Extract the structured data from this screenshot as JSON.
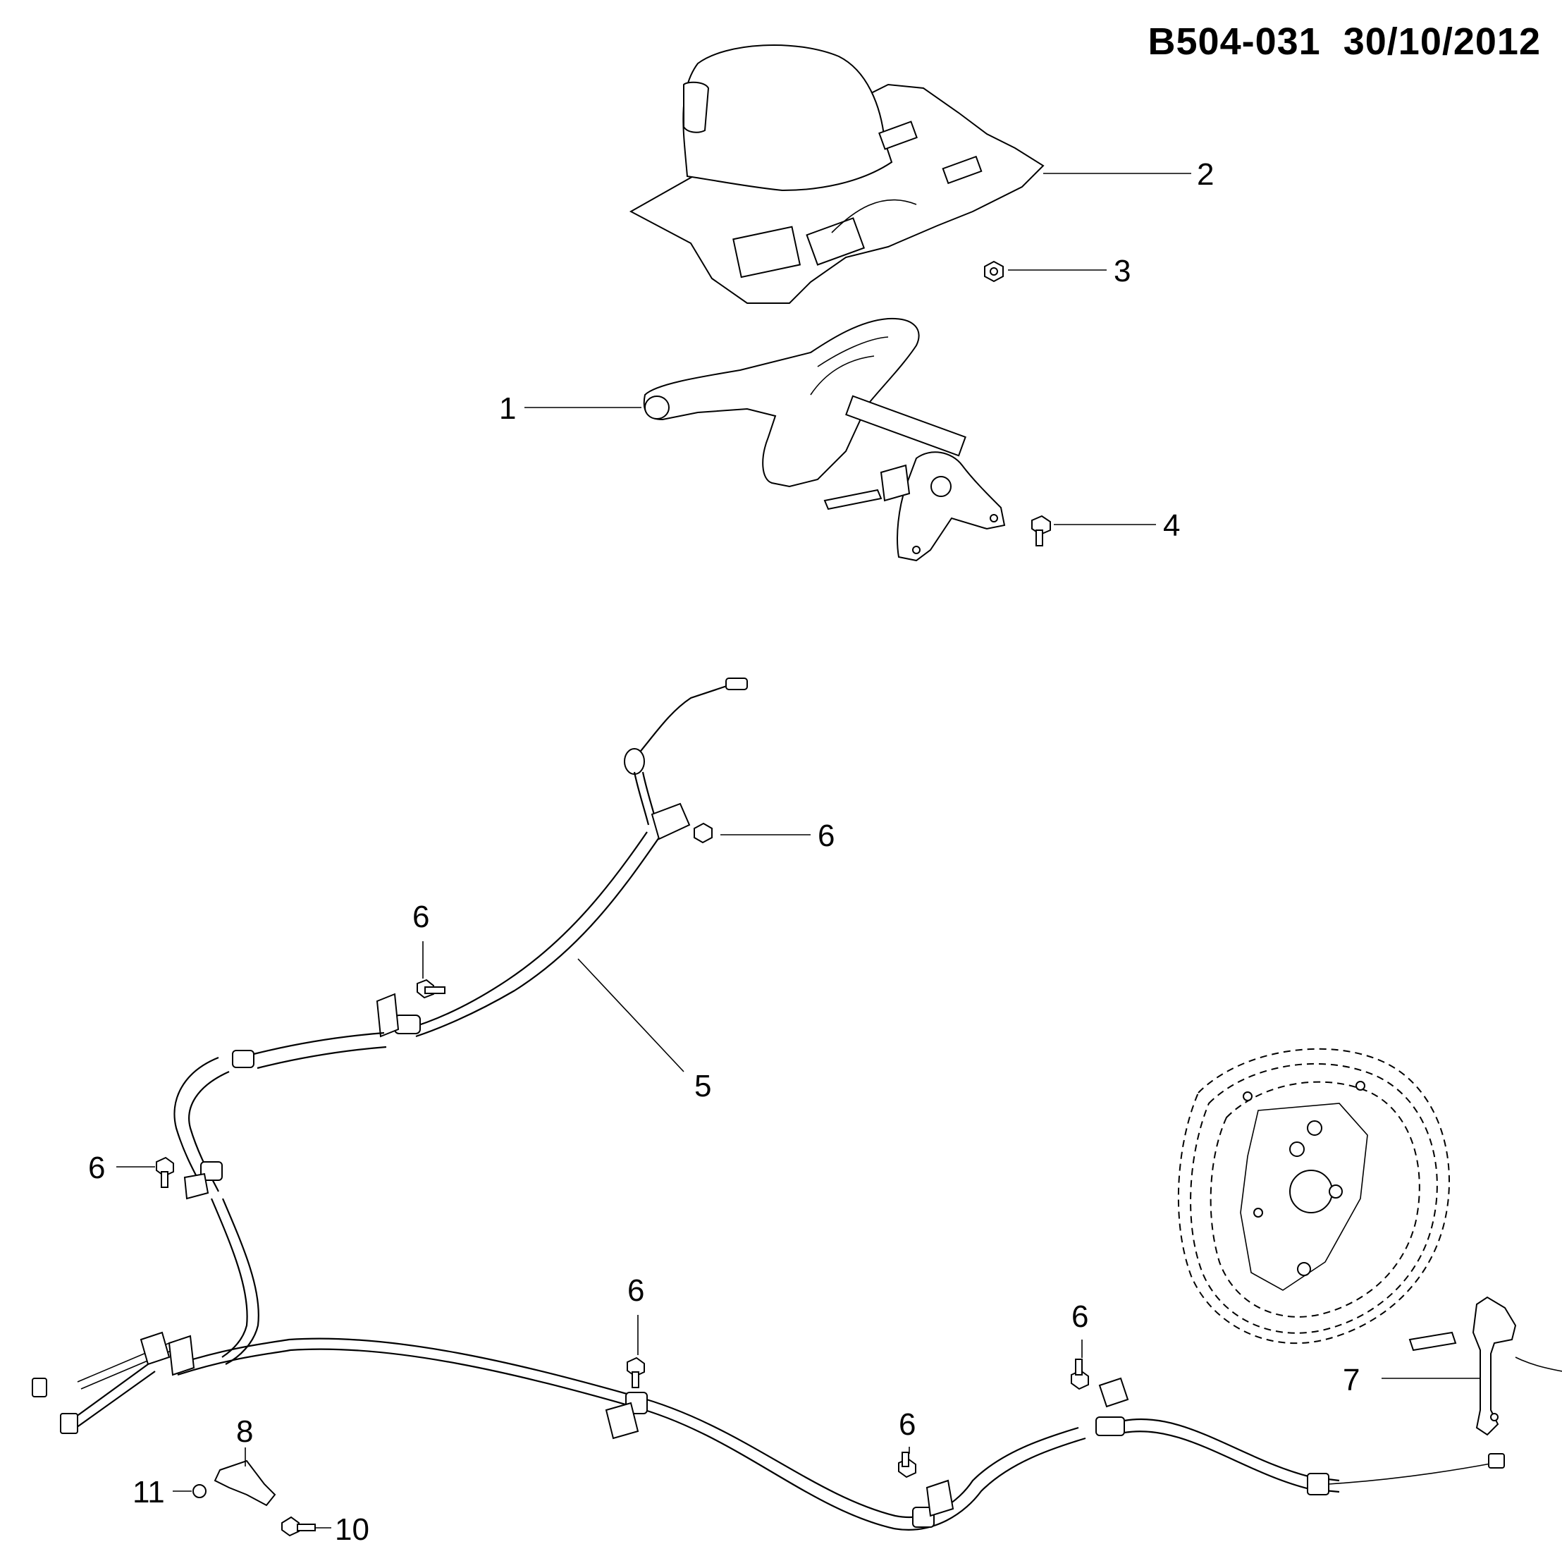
{
  "header": {
    "drawing_id": "B504-031",
    "date": "30/10/2012"
  },
  "callouts": {
    "c1": "1",
    "c2": "2",
    "c3": "3",
    "c4": "4",
    "c5": "5",
    "c6a": "6",
    "c6b": "6",
    "c6c": "6",
    "c6d": "6",
    "c6e": "6",
    "c6f": "6",
    "c7": "7",
    "c8": "8",
    "c10": "10",
    "c11": "11"
  }
}
